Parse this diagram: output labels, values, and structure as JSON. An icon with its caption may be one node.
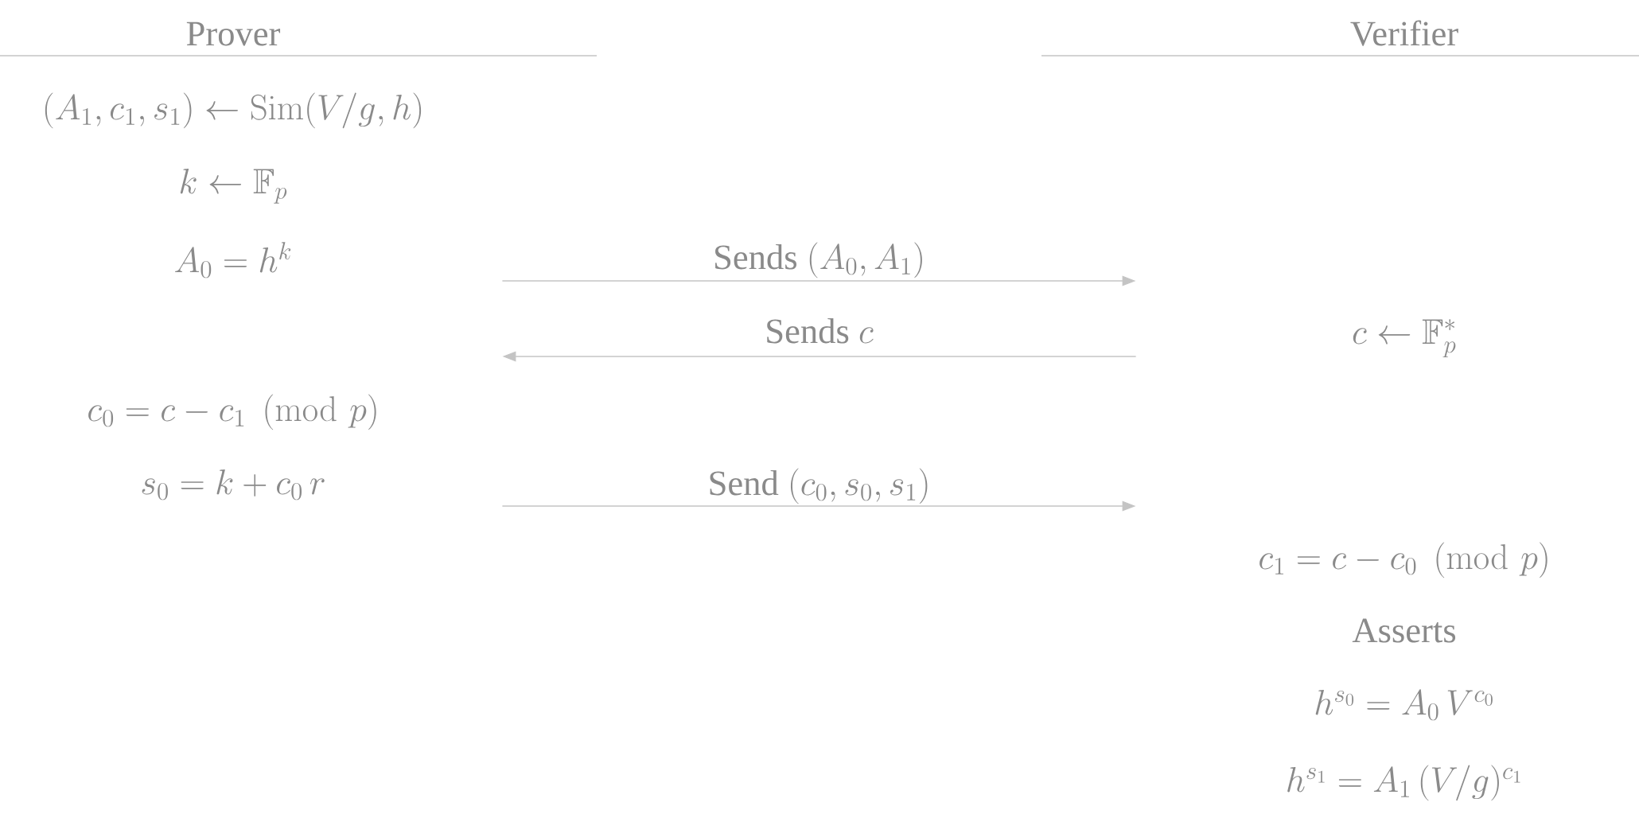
{
  "diagram": {
    "nodes": [
      {
        "text": [
          "Prover",
          "(A_1, c_1, s_1) \\leftarrow \\mathrm{Sim}(V/g, h)",
          "k \\leftarrow \\mathbb{F}_p",
          "A_0 = h^k",
          "c_0 = c - c_1 \\pmod{p}",
          "s_0 = k + c_0\\, r"
        ]
      },
      {
        "text": [
          "Verifier",
          "c \\leftarrow \\mathbb{F}_p^*",
          "c_1 = c - c_0 \\pmod{p}",
          "Asserts",
          "h^{s_0} = A_0\\, V^{c_0}",
          "h^{s_1} = A_1\\, (V/g)^{c_1}"
        ]
      }
    ],
    "edges": [
      {
        "from": 0,
        "to": 1,
        "arrow": "to",
        "label": "\\text{Sends } (A_0, A_1)"
      },
      {
        "from": 1,
        "to": 0,
        "arrow": "to",
        "label": "\\text{Sends } c"
      },
      {
        "from": 0,
        "to": 1,
        "arrow": "to",
        "label": "\\text{Send } (c_0, s_0, s_1)"
      }
    ]
  }
}
